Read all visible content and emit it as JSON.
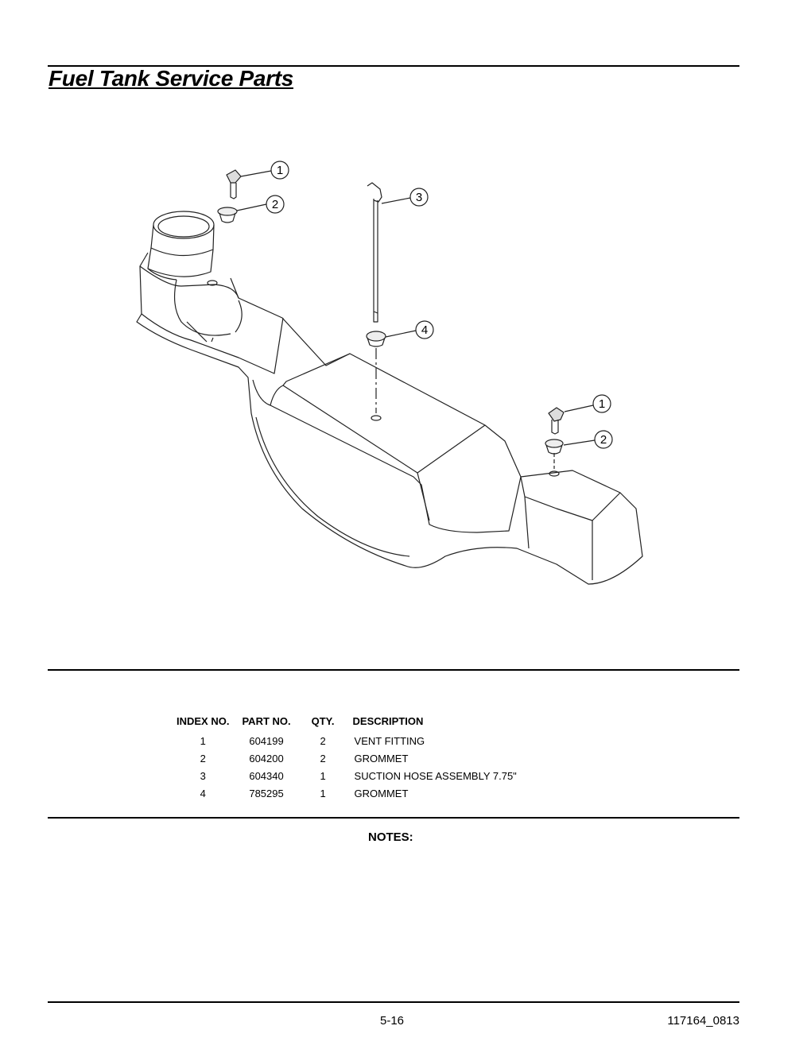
{
  "page": {
    "title": "Fuel Tank Service Parts",
    "notes_label": "NOTES:",
    "page_number": "5-16",
    "document_id": "117164_0813"
  },
  "diagram": {
    "callouts": [
      "1",
      "2",
      "3",
      "4",
      "1",
      "2"
    ]
  },
  "parts_table": {
    "headers": [
      "INDEX NO.",
      "PART NO.",
      "QTY.",
      "DESCRIPTION"
    ],
    "rows": [
      {
        "index": "1",
        "part": "604199",
        "qty": "2",
        "description": "VENT FITTING"
      },
      {
        "index": "2",
        "part": "604200",
        "qty": "2",
        "description": "GROMMET"
      },
      {
        "index": "3",
        "part": "604340",
        "qty": "1",
        "description": "SUCTION HOSE ASSEMBLY 7.75\""
      },
      {
        "index": "4",
        "part": "785295",
        "qty": "1",
        "description": "GROMMET"
      }
    ]
  }
}
